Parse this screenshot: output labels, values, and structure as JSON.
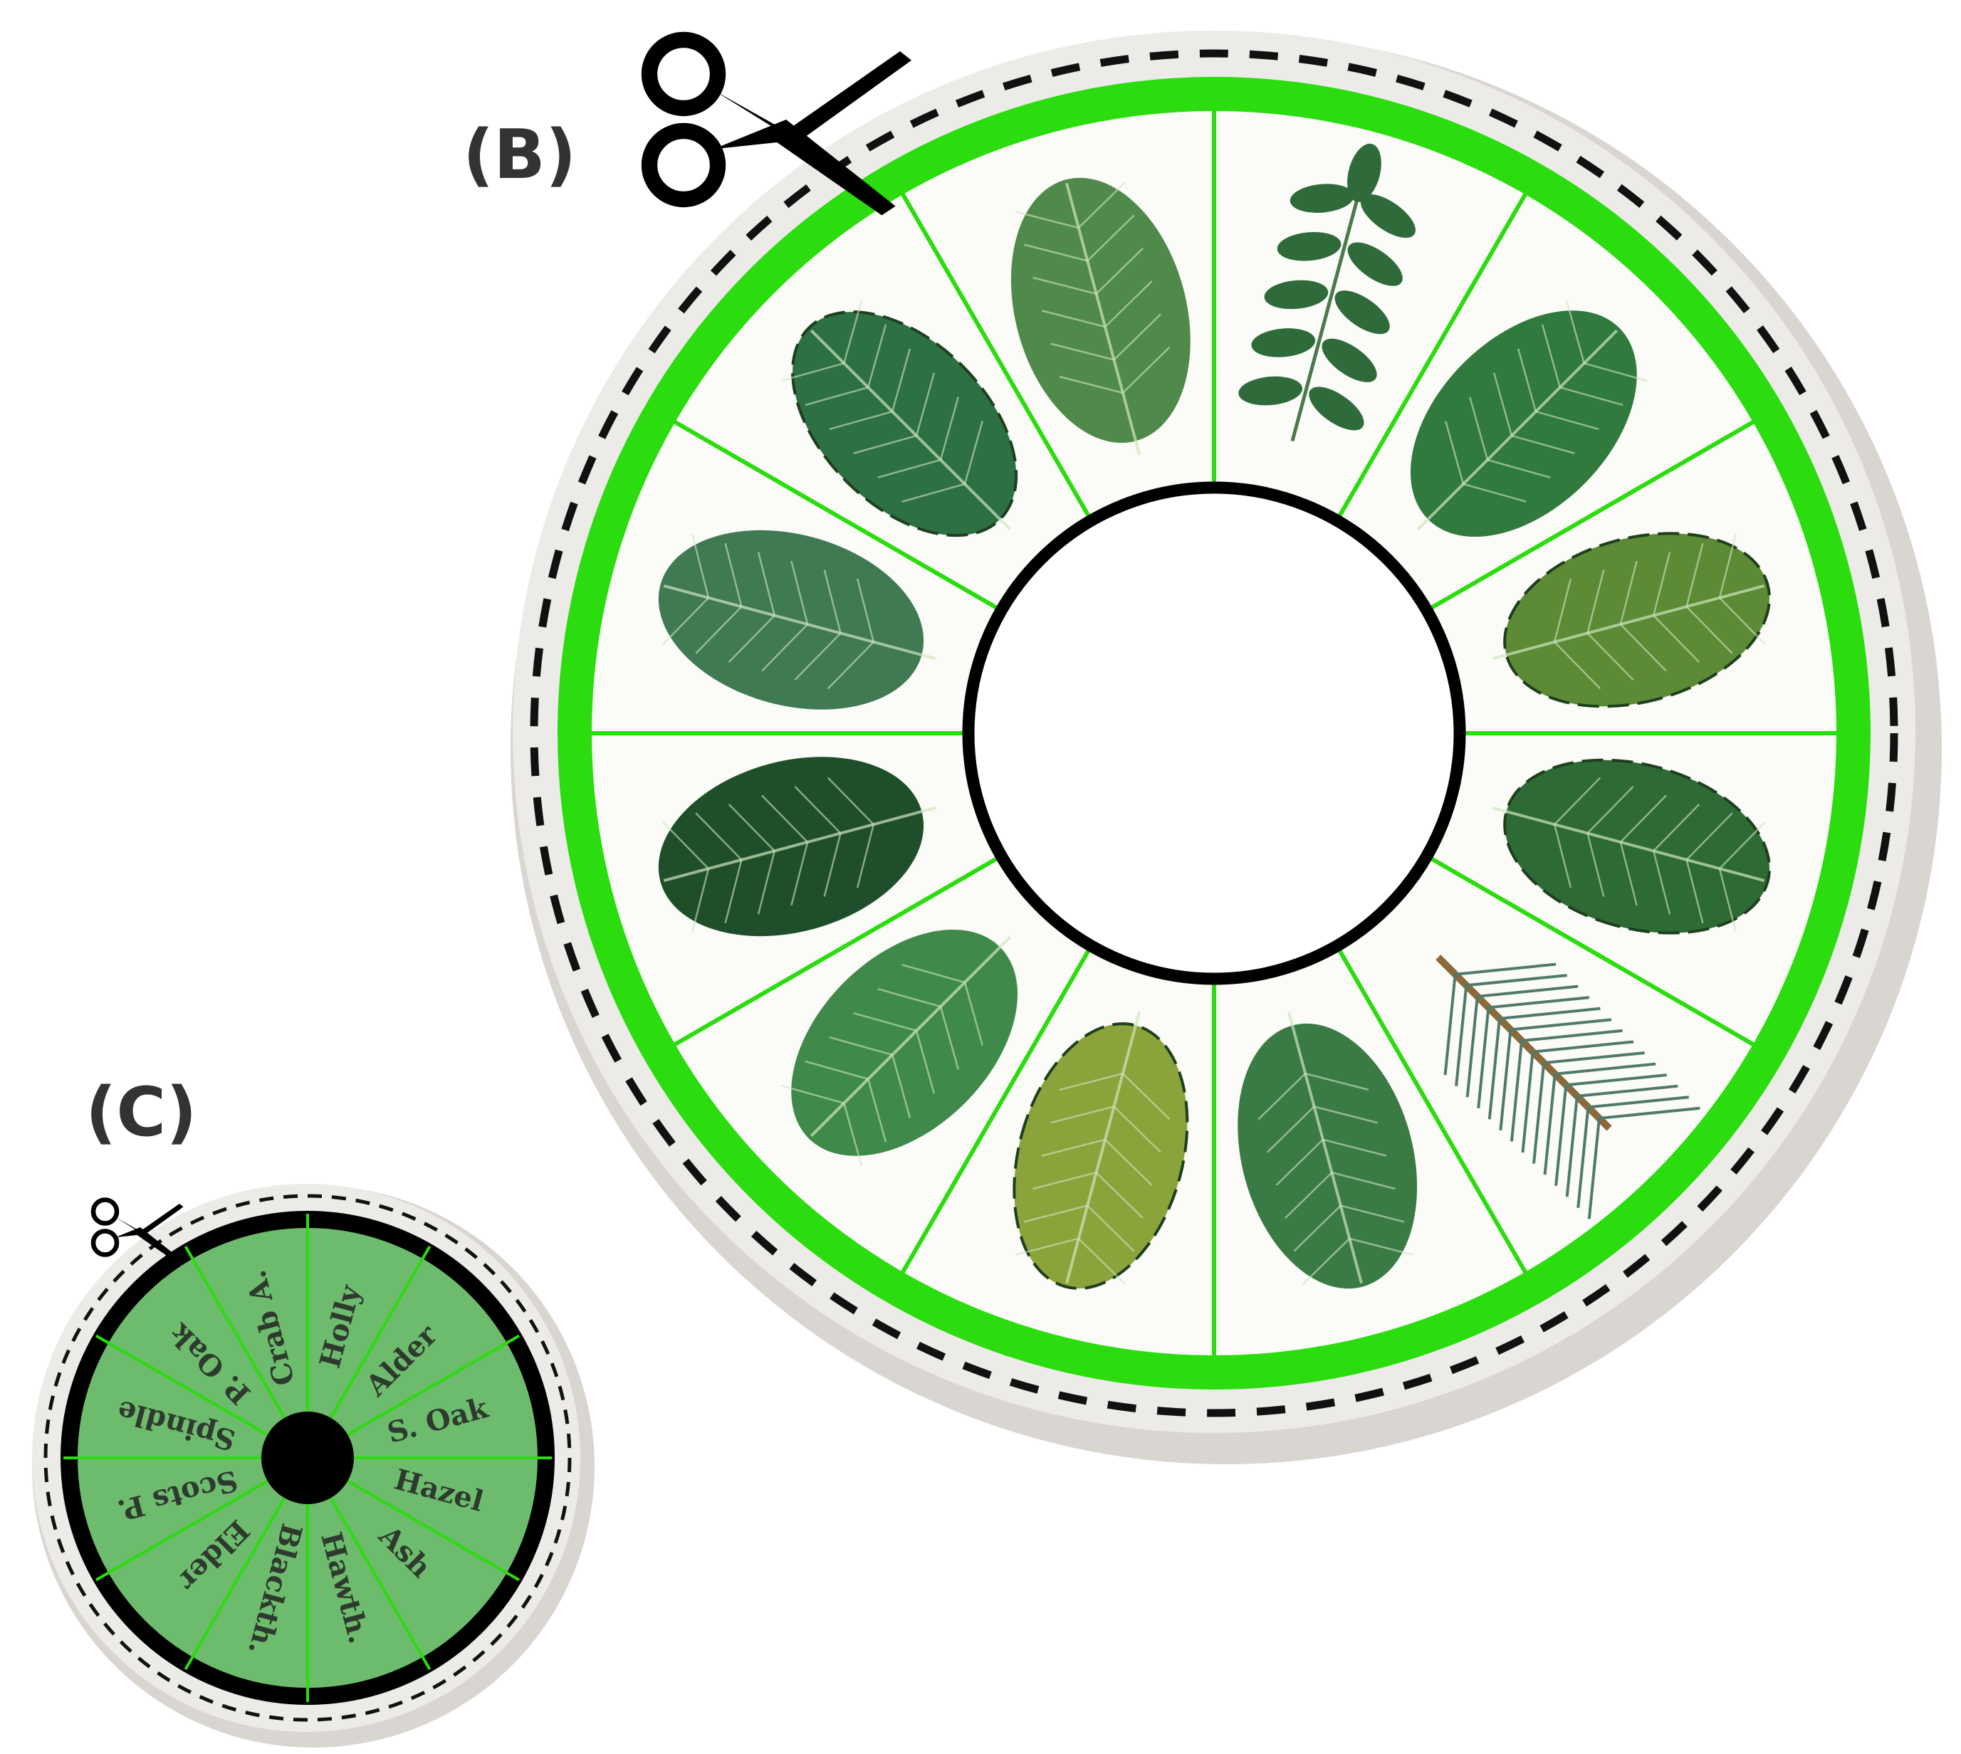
{
  "panels": {
    "b": {
      "label": "(B)"
    },
    "c": {
      "label": "(C)"
    }
  },
  "wheel_b": {
    "ring_color": "#2bdc0e",
    "divider_color": "#2bdc0e",
    "leaves": [
      {
        "name": "ash-leaf",
        "color": "#2f6b3a"
      },
      {
        "name": "crab-apple-leaf",
        "color": "#2f7a3c"
      },
      {
        "name": "hawthorn-leaf",
        "color": "#5c8a35"
      },
      {
        "name": "holly-leaf",
        "color": "#2e6a35"
      },
      {
        "name": "scots-pine-needles",
        "color": "#4f7a6a"
      },
      {
        "name": "alder-leaf",
        "color": "#3a7a45"
      },
      {
        "name": "sessile-oak-leaf",
        "color": "#8aa33a"
      },
      {
        "name": "hazel-leaf",
        "color": "#3f8a4a"
      },
      {
        "name": "blackthorn-leaf",
        "color": "#1f4f2a"
      },
      {
        "name": "elder-leaf",
        "color": "#3f7a52"
      },
      {
        "name": "pedunculate-oak-leaf",
        "color": "#2c7044"
      },
      {
        "name": "spindle-leaf",
        "color": "#4f8a4a"
      }
    ]
  },
  "wheel_c": {
    "fill_color": "#6dbb6d",
    "divider_color": "#2bdc0e",
    "labels": [
      "Holly",
      "Alder",
      "S. Oak",
      "Hazel",
      "Ash",
      "Hawth.",
      "Blackth.",
      "Elder",
      "Scots P.",
      "Spindle",
      "P. Oak",
      "Crab A."
    ]
  }
}
